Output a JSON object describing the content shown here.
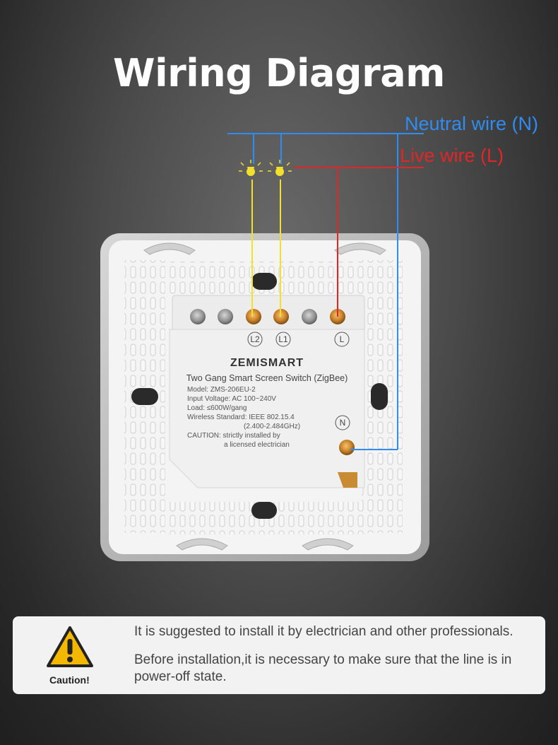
{
  "title": "Wiring Diagram",
  "wires": {
    "neutral_label": "Neutral wire (N)",
    "live_label": "Live wire (L)",
    "neutral_color": "#2f8cf0",
    "live_color": "#e22525",
    "load_color": "#f2e02b"
  },
  "terminals": [
    "L2",
    "L1",
    "L",
    "N"
  ],
  "device": {
    "brand": "ZEMISMART",
    "product": "Two Gang Smart Screen Switch (ZigBee)",
    "specs": [
      "Model: ZMS-206EU-2",
      "Input Voltage: AC 100~240V",
      "Load: ≤600W/gang",
      "Wireless Standard: IEEE 802.15.4",
      "(2.400-2.484GHz)",
      "CAUTION: strictly installed by",
      "a licensed electrician"
    ]
  },
  "caution": {
    "icon": "warning-triangle-icon",
    "label": "Caution!",
    "note1": "It is suggested to install it by electrician and other professionals.",
    "note2": "Before installation,it is necessary to make sure that the line is in power-off state."
  }
}
